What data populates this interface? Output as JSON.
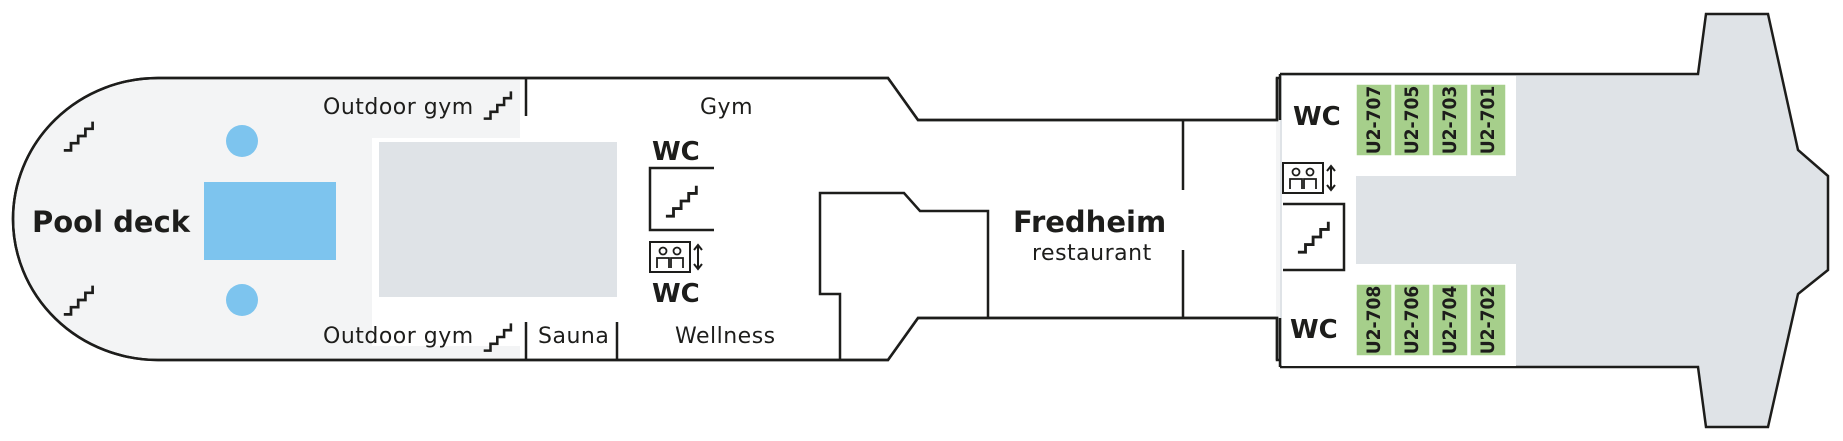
{
  "labels": {
    "pool_deck": "Pool deck",
    "outdoor_gym_top": "Outdoor gym",
    "outdoor_gym_bottom": "Outdoor gym",
    "gym": "Gym",
    "sauna": "Sauna",
    "wellness": "Wellness",
    "wc_mid_top": "WC",
    "wc_mid_bottom": "WC",
    "restaurant_name": "Fredheim",
    "restaurant_sub": "restaurant",
    "wc_aft_top": "WC",
    "wc_aft_bottom": "WC"
  },
  "cabins_top": [
    "U2-707",
    "U2-705",
    "U2-703",
    "U2-701"
  ],
  "cabins_bottom": [
    "U2-708",
    "U2-706",
    "U2-704",
    "U2-702"
  ],
  "colors": {
    "pool": "#7dc4ee",
    "cabin": "#a6cf8b",
    "hull_gray": "#dfe3e7",
    "deck_light": "#f3f4f5",
    "line": "#1d1d1b"
  }
}
